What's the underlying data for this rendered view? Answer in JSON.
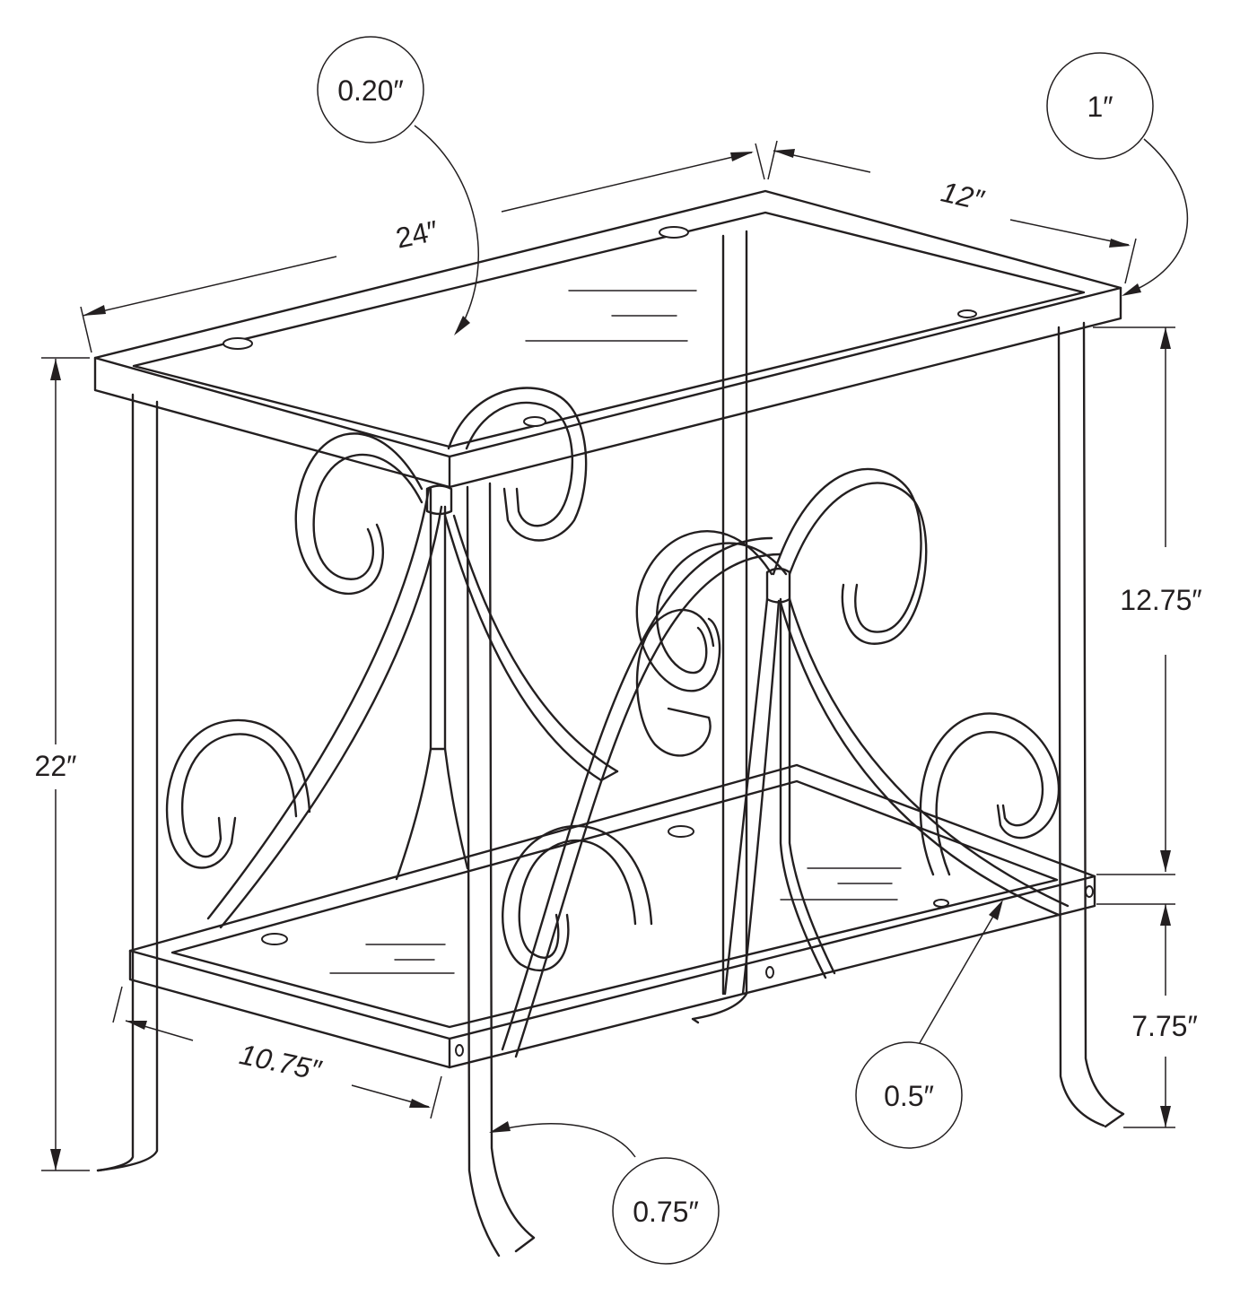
{
  "figure": {
    "subject": "metal accent table line drawing with dimensions"
  },
  "dimensions": {
    "length": "24″",
    "depth": "12″",
    "total_height": "22″",
    "upper_clearance": "12.75″",
    "shelf_height": "7.75″",
    "shelf_depth": "10.75″"
  },
  "callouts": {
    "glass_thickness": "0.20″",
    "frame_thickness": "1″",
    "leg_width": "0.75″",
    "scroll_thickness": "0.5″"
  },
  "colors": {
    "line": "#231f20",
    "background": "#ffffff"
  }
}
